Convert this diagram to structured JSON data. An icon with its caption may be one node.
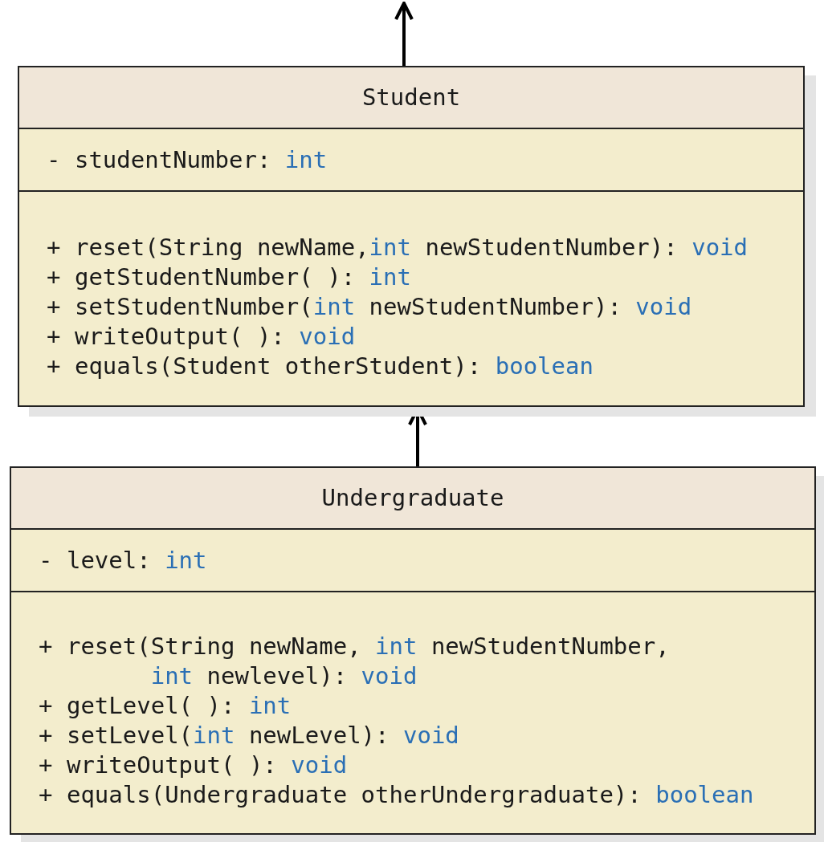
{
  "diagram": {
    "nodes": [
      {
        "text": [],
        "shape": "box"
      },
      {
        "text": [
          "Student"
        ],
        "in": 0
      },
      {
        "text": [
          "- studentNumber: int"
        ],
        "in": 0
      },
      {
        "text": [
          "+ reset(String newName,int newStudentNumber): void",
          "+ getStudentNumber( ): int",
          "+ setStudentNumber(int newStudentNumber): void",
          "+ writeOutput( ): void",
          "+ equals(Student otherStudent): boolean"
        ],
        "in": 0
      },
      {
        "text": [],
        "shape": "box"
      },
      {
        "text": [
          "Undergraduate"
        ],
        "in": 4
      },
      {
        "text": [
          "- level: int"
        ],
        "in": 4
      },
      {
        "text": [
          "+ reset(String newName, int newStudentNumber, int newlevel): void",
          "+ getLevel( ): int",
          "+ setLevel(int newLevel): void",
          "+ writeOutput( ): void",
          "+ equals(Undergraduate otherUndergraduate): boolean"
        ],
        "in": 4
      }
    ],
    "edges": [
      {
        "from": 0,
        "to": null,
        "arrow": "to"
      },
      {
        "from": 4,
        "to": 0,
        "arrow": "to"
      }
    ]
  }
}
